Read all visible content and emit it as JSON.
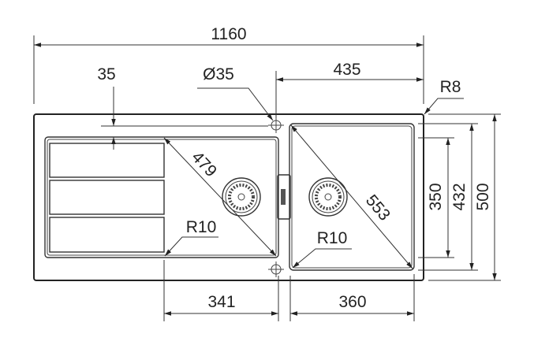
{
  "drawing": {
    "dimensions": {
      "overall_width": "1160",
      "bowl_offset_width": "435",
      "edge_offset": "35",
      "tap_hole_diameter": "Ø35",
      "corner_radius_outer": "R8",
      "drainer_diagonal": "479",
      "bowl_diagonal": "553",
      "drainer_corner_radius": "R10",
      "bowl_corner_radius": "R10",
      "left_bowl_width": "341",
      "right_bowl_width": "360",
      "bowl_depth": "350",
      "inner_depth": "432",
      "overall_depth": "500"
    }
  }
}
